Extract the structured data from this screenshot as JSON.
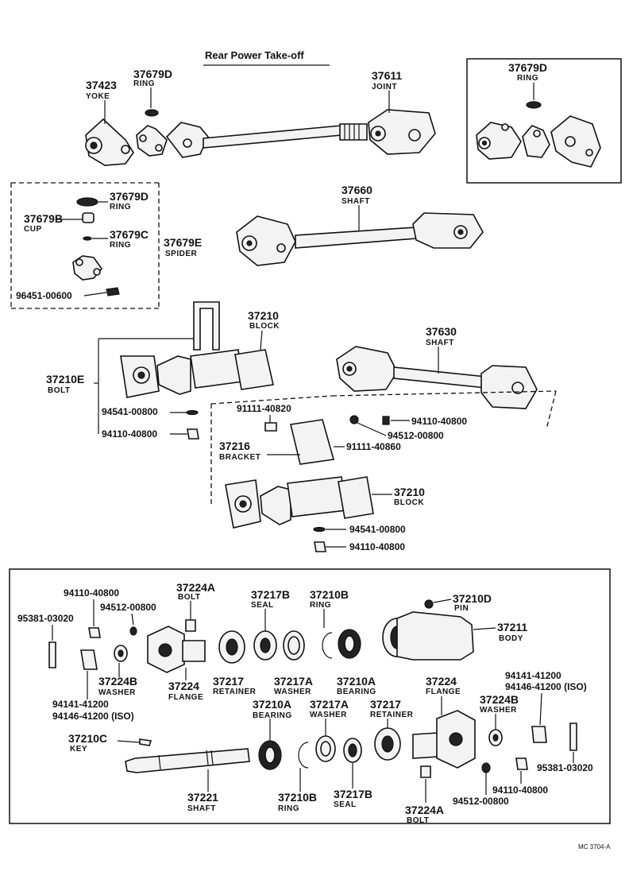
{
  "title": "Rear Power Take-off",
  "footer_code": "MC 3704-A",
  "labels": {
    "l37423": "37423",
    "n37423": "YOKE",
    "l37679D_a": "37679D",
    "n37679D_a": "RING",
    "l37611": "37611",
    "n37611": "JOINT",
    "l37679D_b": "37679D",
    "n37679D_b": "RING",
    "l37679D_c": "37679D",
    "n37679D_c": "RING",
    "l37679B": "37679B",
    "n37679B": "CUP",
    "l37679C": "37679C",
    "n37679C": "RING",
    "l37679E": "37679E",
    "n37679E": "SPIDER",
    "l96451": "96451-00600",
    "l37660": "37660",
    "n37660": "SHAFT",
    "l37210_a": "37210",
    "n37210_a": "BLOCK",
    "l37210E": "37210E",
    "n37210E": "BOLT",
    "l94541_a": "94541-00800",
    "l94110_a": "94110-40800",
    "l37630": "37630",
    "n37630": "SHAFT",
    "l91111_40820": "91111-40820",
    "l94110_b": "94110-40800",
    "l94512_a": "94512-00800",
    "l37216": "37216",
    "n37216": "BRACKET",
    "l91111_40860": "91111-40860",
    "l37210_b": "37210",
    "n37210_b": "BLOCK",
    "l94541_b": "94541-00800",
    "l94110_c": "94110-40800",
    "l94110_d": "94110-40800",
    "l37224A_a": "37224A",
    "n37224A_a": "BOLT",
    "l37217B_a": "37217B",
    "n37217B_a": "SEAL",
    "l37210B_a": "37210B",
    "n37210B_a": "RING",
    "l37210D": "37210D",
    "n37210D": "PIN",
    "l95381_a": "95381-03020",
    "l94512_b": "94512-00800",
    "l37211": "37211",
    "n37211": "BODY",
    "l37224B_a": "37224B",
    "n37224B_a": "WASHER",
    "l37224_a": "37224",
    "n37224_a": "FLANGE",
    "l37217_a": "37217",
    "n37217_a": "RETAINER",
    "l37217A_a": "37217A",
    "n37217A_a": "WASHER",
    "l37210A_a": "37210A",
    "n37210A_a": "BEARING",
    "l37224_b": "37224",
    "n37224_b": "FLANGE",
    "l94141_a": "94141-41200",
    "l94146_a": "94146-41200 (ISO)",
    "l94141_b": "94141-41200",
    "l94146_b": "94146-41200 (ISO)",
    "l37210A_b": "37210A",
    "n37210A_b": "BEARING",
    "l37217A_b": "37217A",
    "n37217A_b": "WASHER",
    "l37217_b": "37217",
    "n37217_b": "RETAINER",
    "l37224B_b": "37224B",
    "n37224B_b": "WASHER",
    "l37210C": "37210C",
    "n37210C": "KEY",
    "l37221": "37221",
    "n37221": "SHAFT",
    "l37210B_b": "37210B",
    "n37210B_b": "RING",
    "l37217B_b": "37217B",
    "n37217B_b": "SEAL",
    "l37224A_b": "37224A",
    "n37224A_b": "BOLT",
    "l94512_c": "94512-00800",
    "l94110_e": "94110-40800",
    "l95381_b": "95381-03020"
  }
}
